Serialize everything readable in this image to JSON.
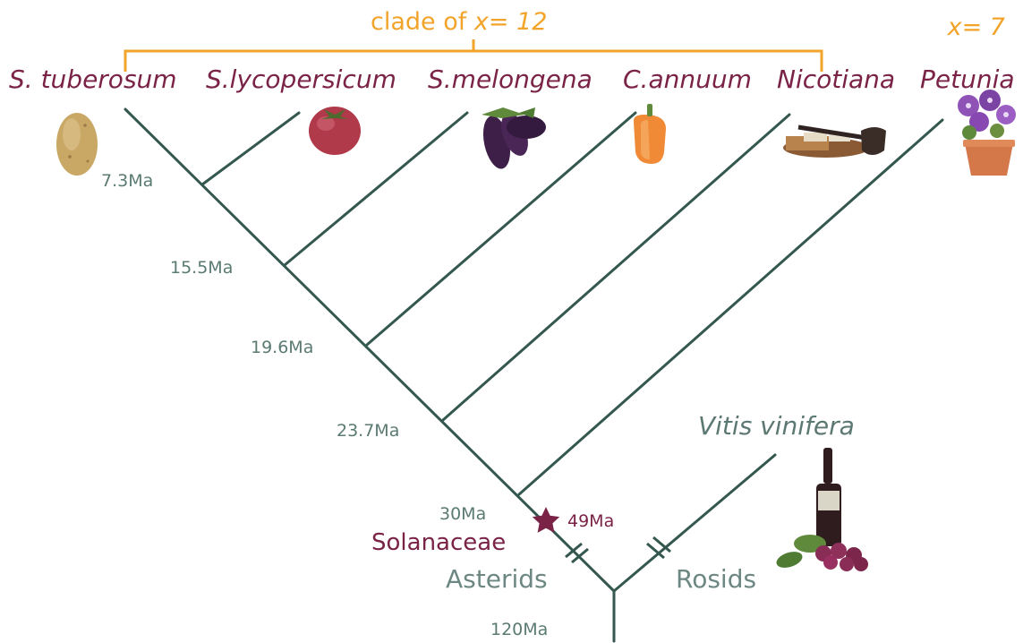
{
  "clade_bracket": {
    "label_text": "clade of ",
    "label_italic": "x= 12",
    "color": "#f2a42a"
  },
  "petunia_chromosome": "x= 7",
  "taxa": [
    {
      "label": "S. tuberosum",
      "icon": "potato-icon"
    },
    {
      "label": "S.lycopersicum",
      "icon": "tomato-icon"
    },
    {
      "label": "S.melongena",
      "icon": "eggplant-icon"
    },
    {
      "label": "C.annuum",
      "icon": "bell-pepper-icon"
    },
    {
      "label": "Nicotiana",
      "icon": "tobacco-pipe-icon"
    },
    {
      "label": "Petunia",
      "icon": "petunia-pot-icon"
    }
  ],
  "node_ages": {
    "n1": "7.3Ma",
    "n2": "15.5Ma",
    "n3": "19.6Ma",
    "n4": "23.7Ma",
    "n5": "30Ma",
    "solanaceae_stem": "49Ma",
    "root": "120Ma"
  },
  "solanaceae_label": "Solanaceae",
  "asterids_label": "Asterids",
  "rosids_label": "Rosids",
  "outgroup": {
    "label": "Vitis vinifera",
    "icon": "wine-grapes-icon"
  },
  "colors": {
    "taxon": "#7a2347",
    "branch": "#34574f",
    "age": "#5a7a72",
    "clade": "#f2a42a"
  }
}
